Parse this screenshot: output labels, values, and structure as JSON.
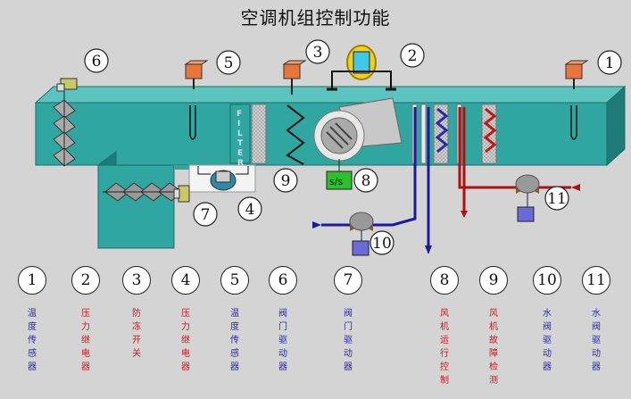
{
  "title": "空调机组控制功能",
  "diagram_labels": {
    "filter_text": [
      "F",
      "I",
      "L",
      "T",
      "E",
      "R"
    ],
    "ss_label": "s/s"
  },
  "callouts": [
    "1",
    "2",
    "3",
    "4",
    "5",
    "6",
    "7",
    "8",
    "9",
    "10",
    "11"
  ],
  "legend": [
    {
      "num": "1",
      "desc": "温度传感器",
      "color": "#2a2aa8"
    },
    {
      "num": "2",
      "desc": "压力继电器",
      "color": "#d01818"
    },
    {
      "num": "3",
      "desc": "防冻开关",
      "color": "#d01818"
    },
    {
      "num": "4",
      "desc": "压力继电器",
      "color": "#d01818"
    },
    {
      "num": "5",
      "desc": "温度传感器",
      "color": "#2a2aa8"
    },
    {
      "num": "6",
      "desc": "阀门驱动器",
      "color": "#2a2aa8"
    },
    {
      "num": "7",
      "desc": "阀门驱动器",
      "color": "#2a2aa8"
    },
    {
      "num": "8",
      "desc": "风机运行控制",
      "color": "#d01818"
    },
    {
      "num": "9",
      "desc": "风机故障检测",
      "color": "#d01818"
    },
    {
      "num": "10",
      "desc": "水阀驱动器",
      "color": "#2a2aa8"
    },
    {
      "num": "11",
      "desc": "水阀驱动器",
      "color": "#2a2aa8"
    }
  ],
  "colors": {
    "duct": "#2fa6a0",
    "duct_dark": "#1e7c78",
    "sensor": "#e8763a",
    "cold_pipe": "#1a1aa0",
    "hot_pipe": "#b01010",
    "switch_green": "#2cc02c"
  }
}
